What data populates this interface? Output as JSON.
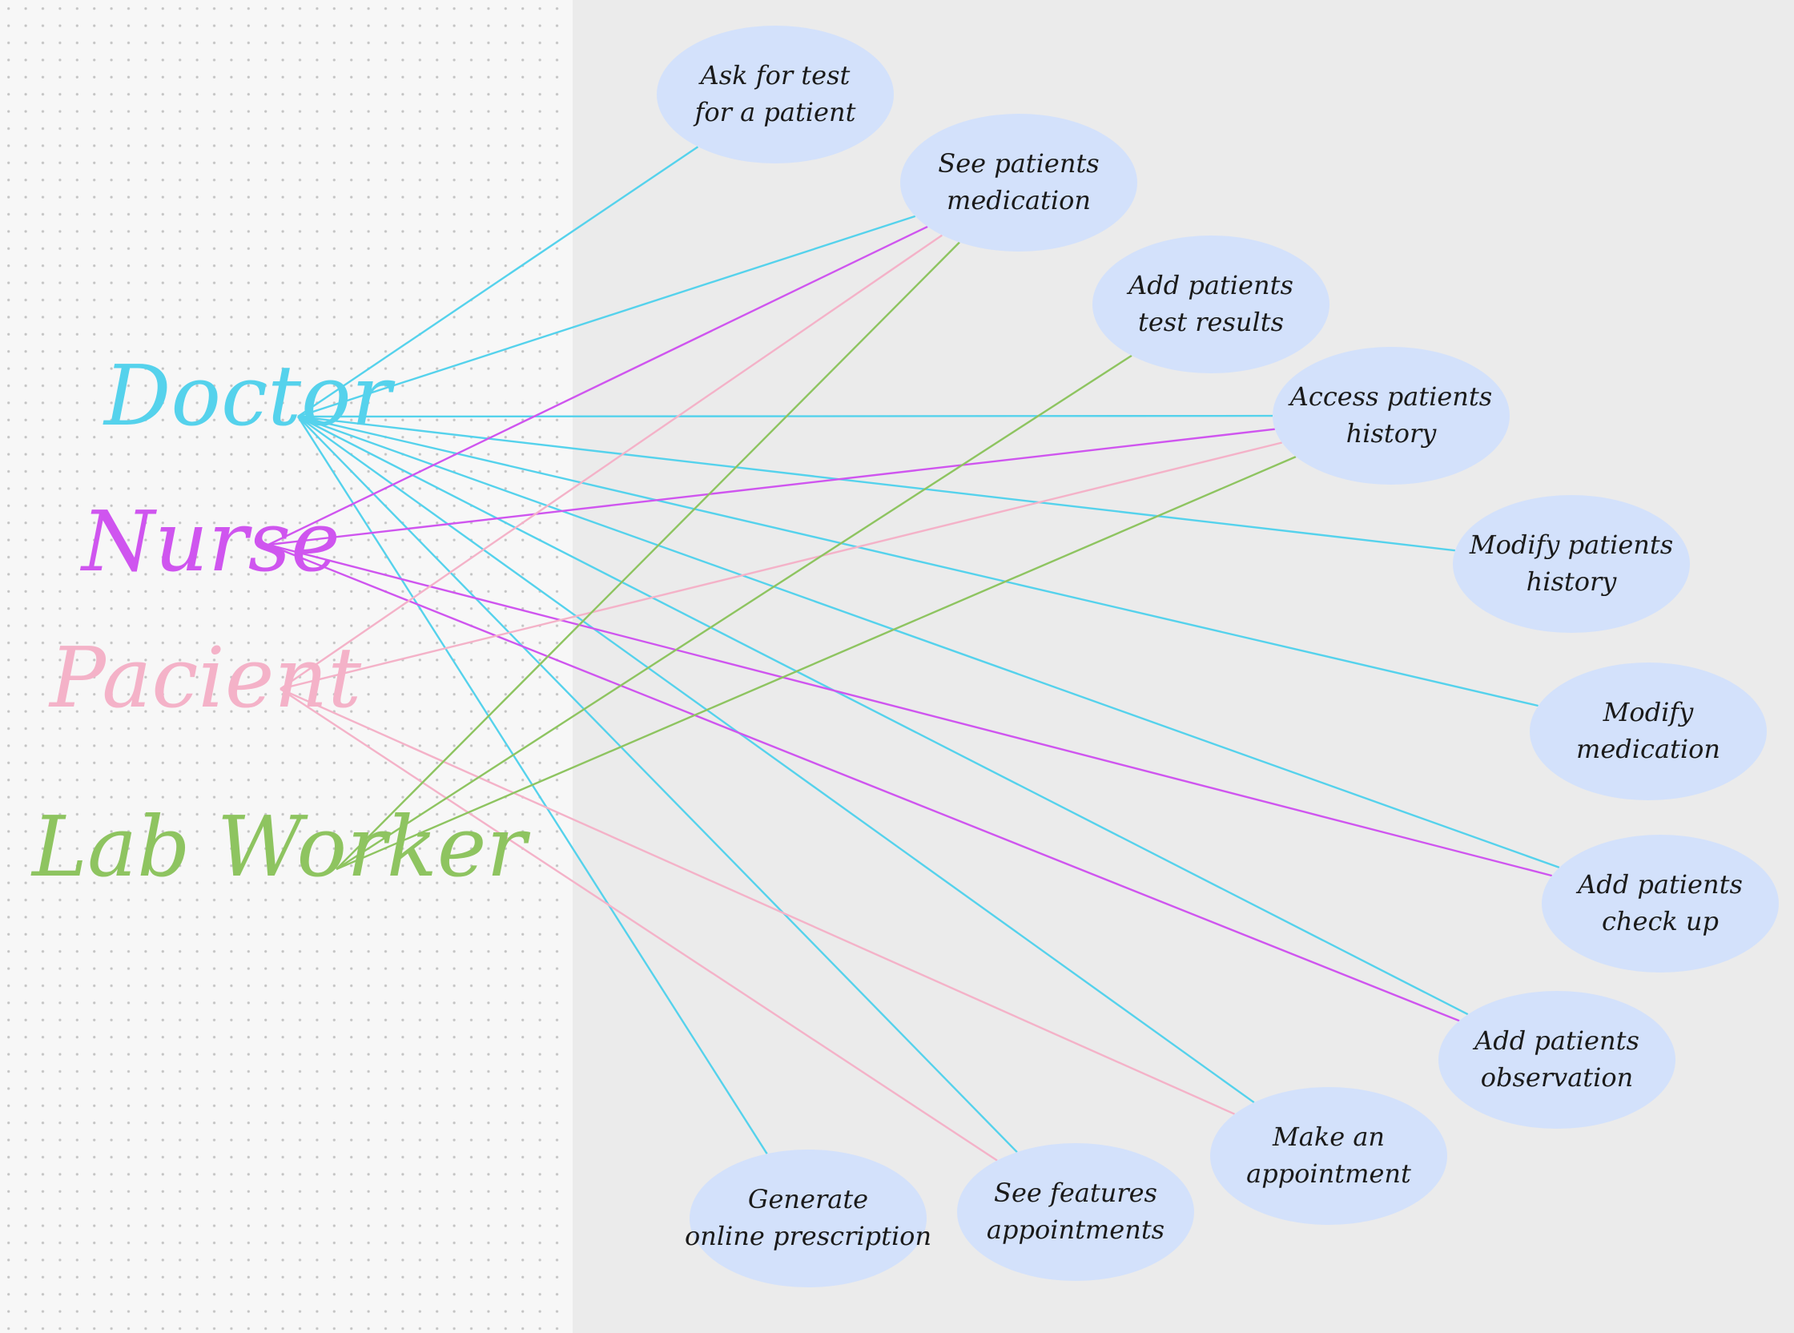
{
  "colors": {
    "doctor": "#55d2ec",
    "nurse": "#cf55ef",
    "patient": "#f4b2c8",
    "lab_worker": "#8ec460",
    "use_case_fill": "#d3e1fb",
    "canvas_bg": "#ebebeb",
    "dot_panel_bg": "#f7f7f7"
  },
  "actors": [
    {
      "id": "doctor",
      "label": "Doctor",
      "color": "#55d2ec"
    },
    {
      "id": "nurse",
      "label": "Nurse",
      "color": "#cf55ef"
    },
    {
      "id": "patient",
      "label": "Pacient",
      "color": "#f4b2c8"
    },
    {
      "id": "lab_worker",
      "label": "Lab Worker",
      "color": "#8ec460"
    }
  ],
  "use_cases": [
    {
      "id": "ask-test",
      "lines": [
        "Ask for test",
        "for a patient"
      ]
    },
    {
      "id": "see-medication",
      "lines": [
        "See patients",
        "medication"
      ]
    },
    {
      "id": "add-test-results",
      "lines": [
        "Add patients",
        "test results"
      ]
    },
    {
      "id": "access-history",
      "lines": [
        "Access patients",
        "history"
      ]
    },
    {
      "id": "modify-history",
      "lines": [
        "Modify patients",
        "history"
      ]
    },
    {
      "id": "modify-medication",
      "lines": [
        "Modify",
        "medication"
      ]
    },
    {
      "id": "add-checkup",
      "lines": [
        "Add patients",
        "check up"
      ]
    },
    {
      "id": "add-observation",
      "lines": [
        "Add patients",
        "observation"
      ]
    },
    {
      "id": "make-appointment",
      "lines": [
        "Make an",
        "appointment"
      ]
    },
    {
      "id": "see-appointments",
      "lines": [
        "See features",
        "appointments"
      ]
    },
    {
      "id": "online-prescription",
      "lines": [
        "Generate",
        "online prescription"
      ]
    }
  ],
  "associations": [
    {
      "actor": "doctor",
      "use_case": "ask-test"
    },
    {
      "actor": "doctor",
      "use_case": "see-medication"
    },
    {
      "actor": "doctor",
      "use_case": "access-history"
    },
    {
      "actor": "doctor",
      "use_case": "modify-history"
    },
    {
      "actor": "doctor",
      "use_case": "modify-medication"
    },
    {
      "actor": "doctor",
      "use_case": "add-checkup"
    },
    {
      "actor": "doctor",
      "use_case": "add-observation"
    },
    {
      "actor": "doctor",
      "use_case": "make-appointment"
    },
    {
      "actor": "doctor",
      "use_case": "see-appointments"
    },
    {
      "actor": "doctor",
      "use_case": "online-prescription"
    },
    {
      "actor": "nurse",
      "use_case": "see-medication"
    },
    {
      "actor": "nurse",
      "use_case": "access-history"
    },
    {
      "actor": "nurse",
      "use_case": "add-checkup"
    },
    {
      "actor": "nurse",
      "use_case": "add-observation"
    },
    {
      "actor": "patient",
      "use_case": "see-medication"
    },
    {
      "actor": "patient",
      "use_case": "access-history"
    },
    {
      "actor": "patient",
      "use_case": "make-appointment"
    },
    {
      "actor": "patient",
      "use_case": "see-appointments"
    },
    {
      "actor": "lab_worker",
      "use_case": "see-medication"
    },
    {
      "actor": "lab_worker",
      "use_case": "add-test-results"
    },
    {
      "actor": "lab_worker",
      "use_case": "access-history"
    }
  ]
}
